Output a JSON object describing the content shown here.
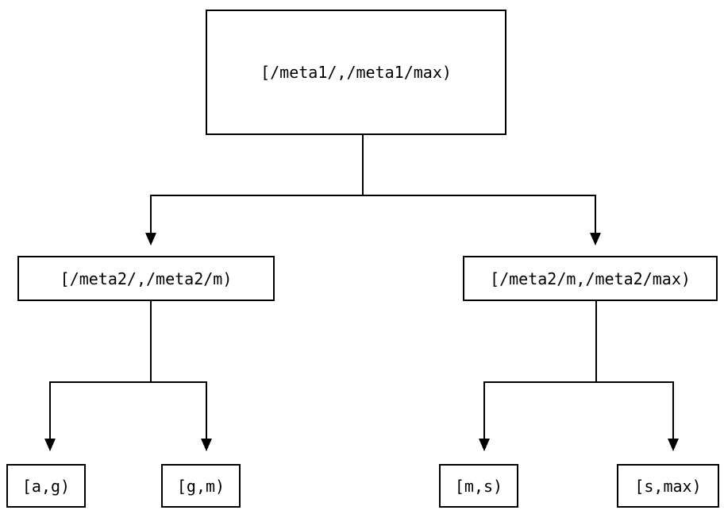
{
  "diagram": {
    "type": "binary-tree",
    "description": "Key-range partition tree: meta1 range splits into two meta2 ranges, which split into four user key ranges",
    "colors": {
      "line": "#000000",
      "text": "#000000",
      "background": "#ffffff"
    },
    "nodes": {
      "root": {
        "label": "[/meta1/,/meta1/max)"
      },
      "left_mid": {
        "label": "[/meta2/,/meta2/m)"
      },
      "right_mid": {
        "label": "[/meta2/m,/meta2/max)"
      },
      "leaf_ag": {
        "label": "[a,g)"
      },
      "leaf_gm": {
        "label": "[g,m)"
      },
      "leaf_ms": {
        "label": "[m,s)"
      },
      "leaf_smax": {
        "label": "[s,max)"
      }
    },
    "edges": [
      {
        "from": "root",
        "to": "left_mid"
      },
      {
        "from": "root",
        "to": "right_mid"
      },
      {
        "from": "left_mid",
        "to": "leaf_ag"
      },
      {
        "from": "left_mid",
        "to": "leaf_gm"
      },
      {
        "from": "right_mid",
        "to": "leaf_ms"
      },
      {
        "from": "right_mid",
        "to": "leaf_smax"
      }
    ]
  }
}
